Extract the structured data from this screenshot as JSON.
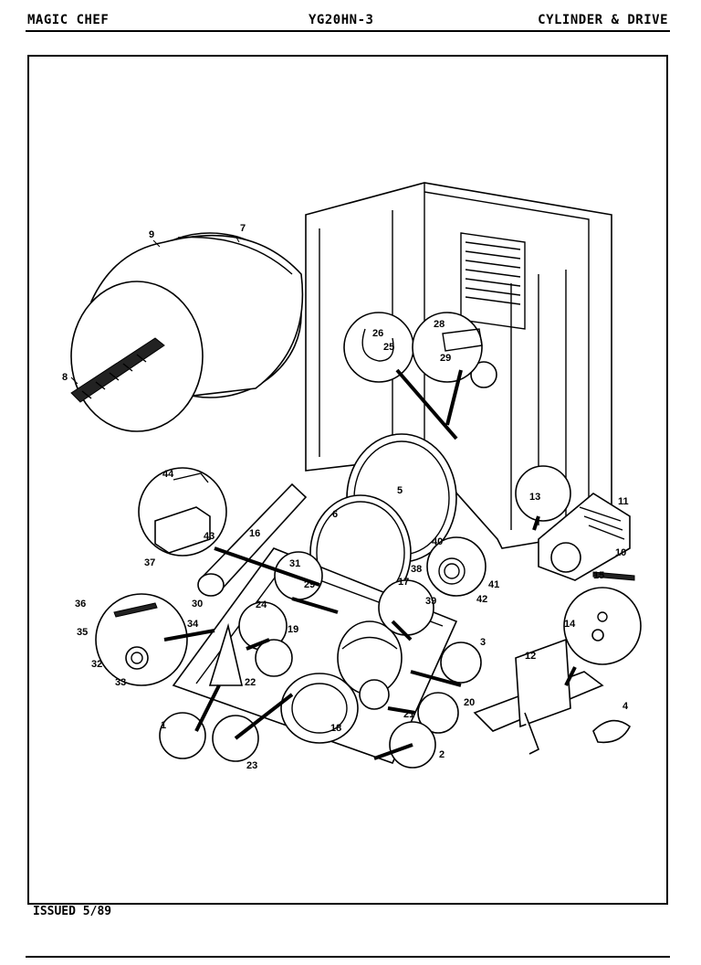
{
  "header": {
    "brand": "MAGIC CHEF",
    "model": "YG20HN-3",
    "section": "CYLINDER & DRIVE"
  },
  "footer": {
    "issued": "ISSUED 5/89"
  },
  "part_labels": [
    "1",
    "2",
    "3",
    "4",
    "5",
    "6",
    "7",
    "8",
    "9",
    "10",
    "11",
    "12",
    "13",
    "14",
    "15",
    "16",
    "17",
    "18",
    "19",
    "20",
    "21",
    "22",
    "23",
    "24",
    "25",
    "26",
    "28",
    "29",
    "30",
    "31",
    "32",
    "33",
    "34",
    "35",
    "36",
    "37",
    "38",
    "39",
    "40",
    "41",
    "42",
    "43",
    "44"
  ]
}
